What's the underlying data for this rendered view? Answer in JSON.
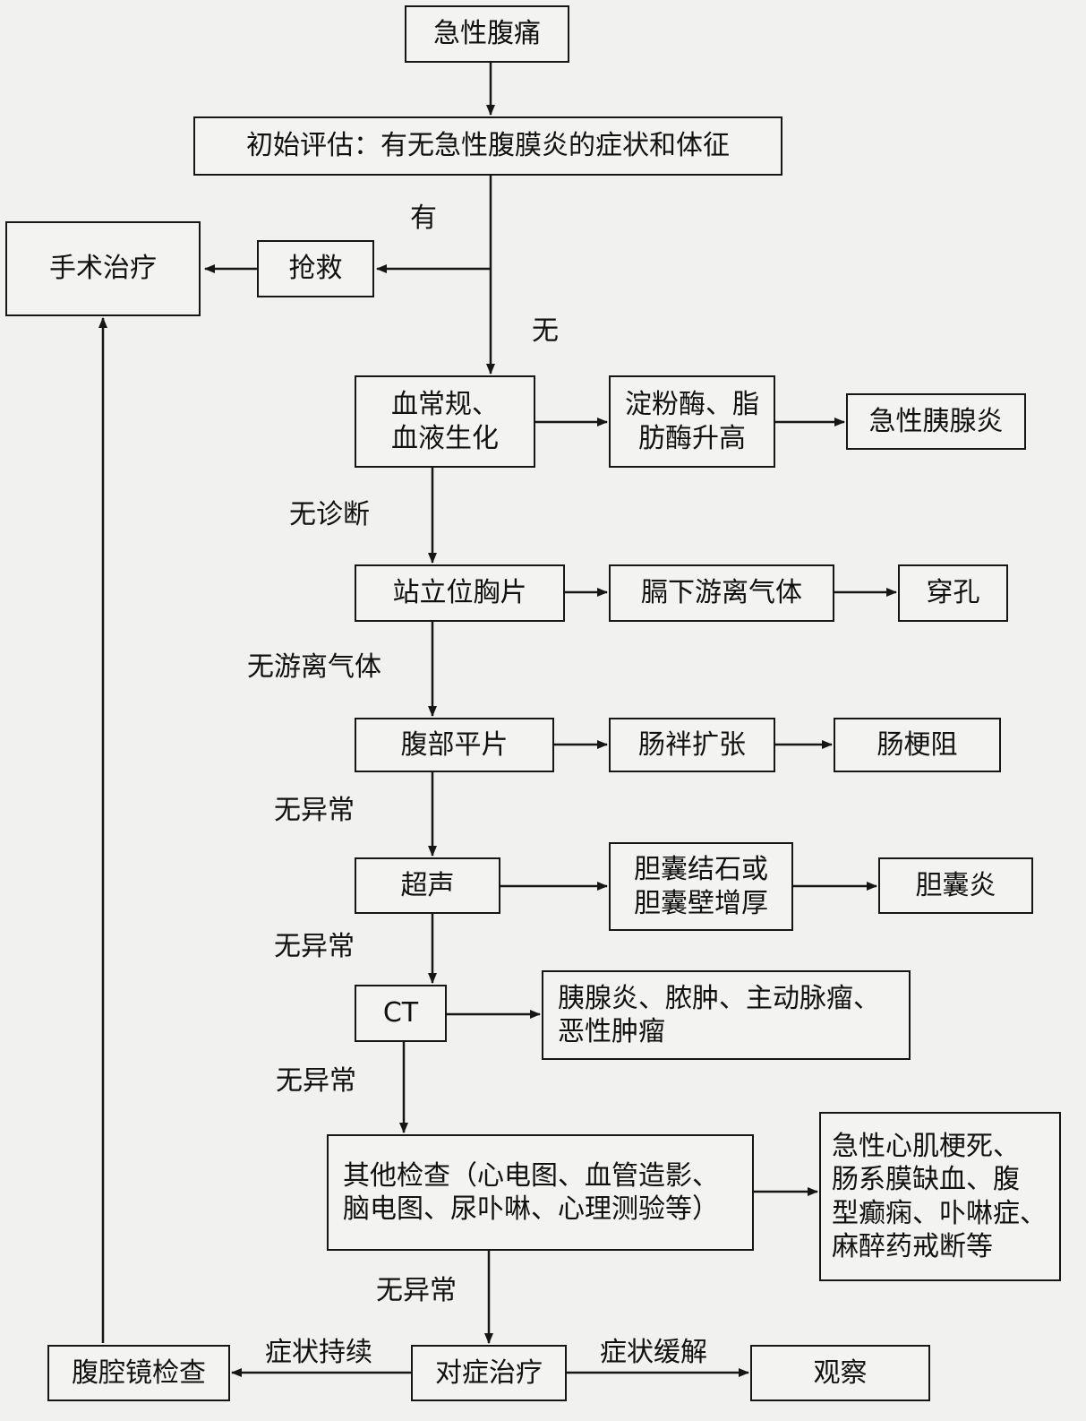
{
  "nodes": {
    "acute_abdomen": "急性腹痛",
    "initial_eval": "初始评估：有无急性腹膜炎的症状和体征",
    "surgery": "手术治疗",
    "rescue": "抢救",
    "blood_tests": "血常规、\n血液生化",
    "enzymes": "淀粉酶、脂\n肪酶升高",
    "pancreatitis": "急性胰腺炎",
    "chest_xray": "站立位胸片",
    "free_air": "膈下游离气体",
    "perforation": "穿孔",
    "abdominal_xray": "腹部平片",
    "bowel_dilation": "肠袢扩张",
    "obstruction": "肠梗阻",
    "ultrasound": "超声",
    "gallstones": "胆囊结石或\n胆囊壁增厚",
    "cholecystitis": "胆囊炎",
    "ct": "CT",
    "ct_findings": "胰腺炎、脓肿、主动脉瘤、\n恶性肿瘤",
    "other_tests": "其他检查（心电图、血管造影、\n脑电图、尿卟啉、心理测验等）",
    "other_findings": "急性心肌梗死、\n肠系膜缺血、腹\n型癫痫、卟啉症、\n麻醉药戒断等",
    "laparoscopy": "腹腔镜检查",
    "symptomatic": "对症治疗",
    "observe": "观察"
  },
  "edge_labels": {
    "yes": "有",
    "no": "无",
    "no_diagnosis": "无诊断",
    "no_free_air": "无游离气体",
    "normal_1": "无异常",
    "normal_2": "无异常",
    "normal_3": "无异常",
    "normal_4": "无异常",
    "symptoms_persist": "症状持续",
    "symptoms_relieved": "症状缓解"
  }
}
